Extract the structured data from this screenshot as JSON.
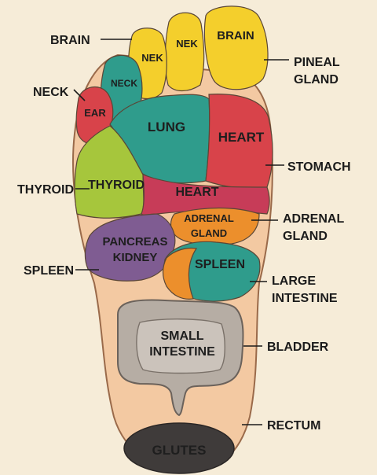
{
  "labels_left": {
    "brain": "BRAIN",
    "neck": "NECK",
    "thyroid": "THYROID",
    "spleen": "SPLEEN"
  },
  "labels_right": {
    "pineal_line1": "PINEAL",
    "pineal_line2": "GLAND",
    "stomach": "STOMACH",
    "adrenal_line1": "ADRENAL",
    "adrenal_line2": "GLAND",
    "large_line1": "LARGE",
    "large_line2": "INTESTINE",
    "bladder": "BLADDER",
    "rectum": "RECTUM"
  },
  "zones": {
    "big_toe": "BRAIN",
    "second_toe": "NEK",
    "third_toe": "NEK",
    "fourth_toe": "NECK",
    "ear": "EAR",
    "lung": "LUNG",
    "heart_upper": "HEART",
    "thyroid": "THYROID",
    "heart_band": "HEART",
    "adrenal_line1": "ADRENAL",
    "adrenal_line2": "GLAND",
    "pancreas_line1": "PANCREAS",
    "pancreas_line2": "KIDNEY",
    "spleen": "SPLEEN",
    "small_line1": "SMALL",
    "small_line2": "INTESTINE",
    "glutes": "GLUTES"
  },
  "colors": {
    "background": "#f6ecd8",
    "skin": "#f3c9a2",
    "yellow": "#f4cf2c",
    "teal": "#2f9c8c",
    "red": "#d8434a",
    "green": "#a6c63c",
    "crimson": "#c73c58",
    "orange": "#ec8f2c",
    "purple": "#7f5c92",
    "gray": "#b6ada4",
    "dark": "#3f3b3a"
  }
}
